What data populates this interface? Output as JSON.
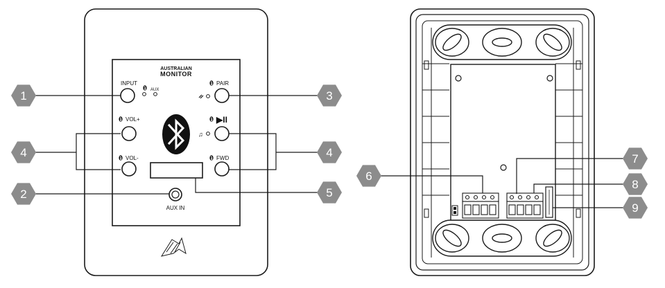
{
  "front_panel": {
    "brand_line1": "AUSTRALIAN",
    "brand_line2": "MONITOR",
    "labels": {
      "input": "INPUT",
      "aux_small": "AUX",
      "pair": "PAIR",
      "vol_up": "VOL+",
      "play_pause": "▶II",
      "vol_down": "VOL-",
      "fwd": "FWD",
      "aux_in": "AUX IN"
    }
  },
  "callouts": [
    {
      "id": "c1",
      "number": "1"
    },
    {
      "id": "c2",
      "number": "2"
    },
    {
      "id": "c3",
      "number": "3"
    },
    {
      "id": "c4l",
      "number": "4"
    },
    {
      "id": "c4r",
      "number": "4"
    },
    {
      "id": "c5",
      "number": "5"
    },
    {
      "id": "c6",
      "number": "6"
    },
    {
      "id": "c7",
      "number": "7"
    },
    {
      "id": "c8",
      "number": "8"
    },
    {
      "id": "c9",
      "number": "9"
    }
  ],
  "colors": {
    "callout_fill": "#8c8c8c",
    "callout_text": "#ffffff",
    "line": "#1a1a1a",
    "bluetooth_badge": "#111111"
  }
}
